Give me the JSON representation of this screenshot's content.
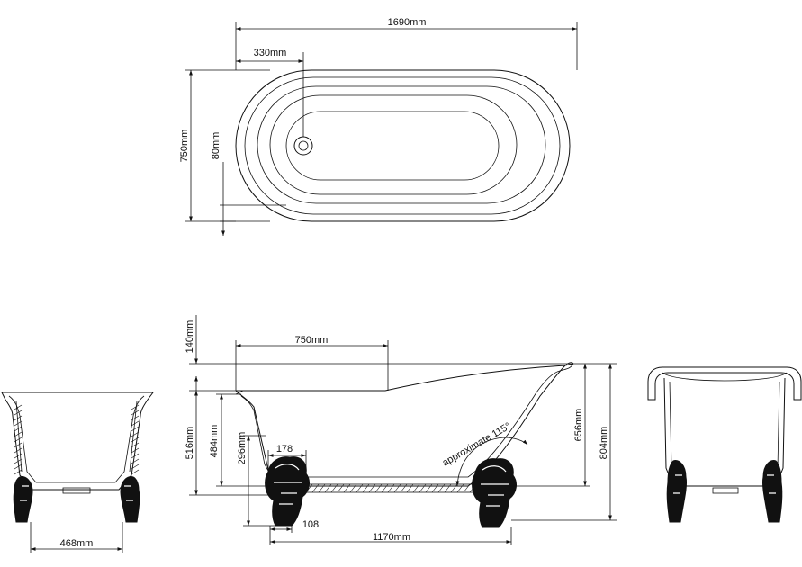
{
  "plan": {
    "length": "1690mm",
    "waste_offset": "330mm",
    "width": "750mm",
    "waste_dia": "80mm"
  },
  "elevation": {
    "slope_length": "750mm",
    "rim_height": "140mm",
    "end_height": "516mm",
    "inner_height": "484mm",
    "foot_height": "296mm",
    "foot_width": "178",
    "foot_offset": "108",
    "feet_spacing": "1170mm",
    "back_height": "656mm",
    "overall_height": "804mm",
    "angle": "approximate 115°"
  },
  "end_view": {
    "width": "468mm"
  }
}
